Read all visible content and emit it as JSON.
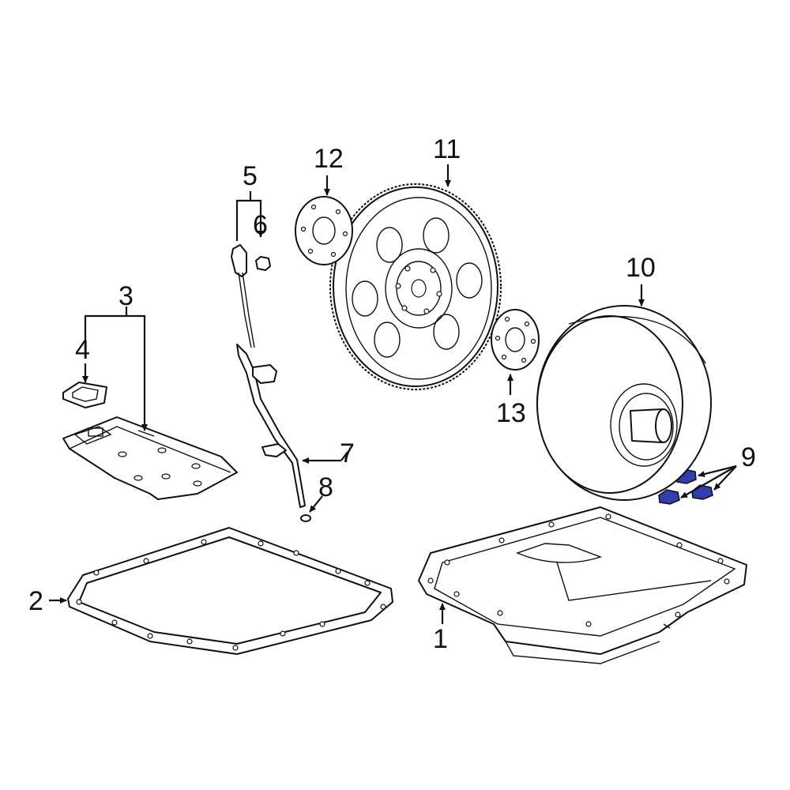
{
  "colors": {
    "line": "#111111",
    "background": "#ffffff",
    "highlight": "#2f3fb0"
  },
  "callouts": {
    "c1": "1",
    "c2": "2",
    "c3": "3",
    "c4": "4",
    "c5": "5",
    "c6": "6",
    "c7": "7",
    "c8": "8",
    "c9": "9",
    "c10": "10",
    "c11": "11",
    "c12": "12",
    "c13": "13"
  }
}
